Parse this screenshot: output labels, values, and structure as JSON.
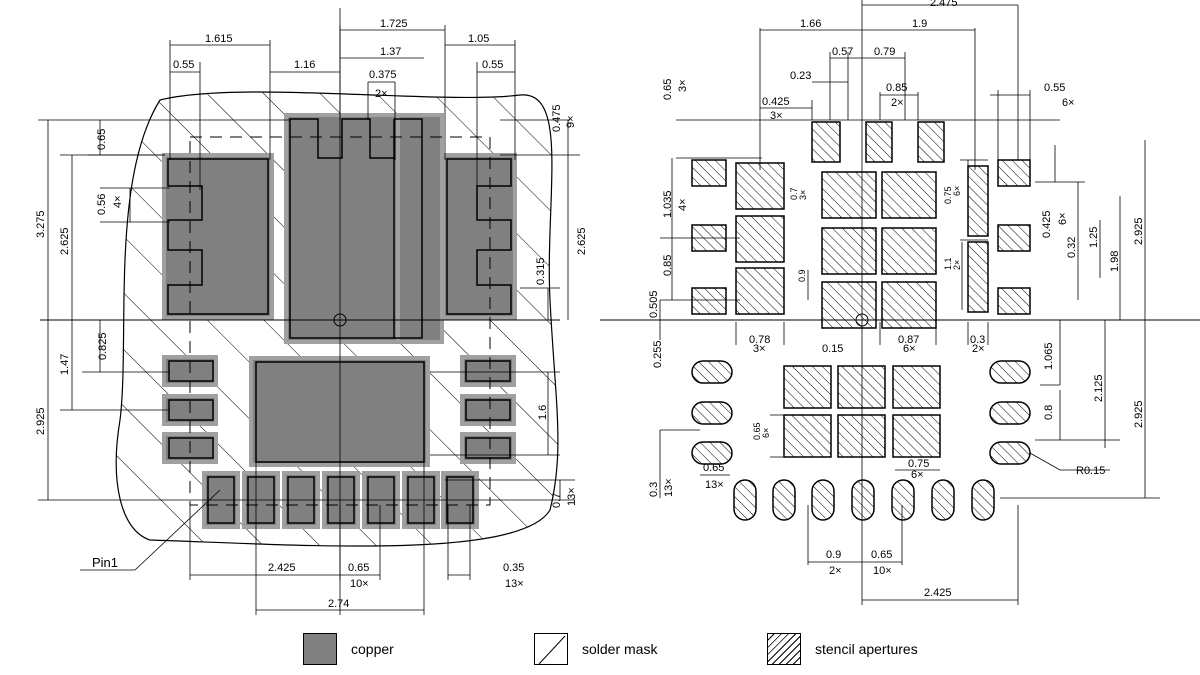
{
  "left_view": {
    "pin1_label": "Pin1",
    "dims": {
      "d1615": "1.615",
      "d055a": "0.55",
      "d116": "1.16",
      "d1725": "1.725",
      "d137": "1.37",
      "d0375": "0.375",
      "d2x": "2×",
      "d105": "1.05",
      "d055b": "0.55",
      "d065": "0.65",
      "d0475": "0.475",
      "d9x": "9×",
      "d3275": "3.275",
      "d2625a": "2.625",
      "d056": "0.56",
      "d4x": "4×",
      "d2625b": "2.625",
      "d0315": "0.315",
      "d0825": "0.825",
      "d147": "1.47",
      "d2925": "2.925",
      "d16": "1.6",
      "d07": "0.7",
      "d13xa": "13×",
      "d2425": "2.425",
      "d065b": "0.65",
      "d10x": "10×",
      "d035": "0.35",
      "d13xb": "13×",
      "d274": "2.74"
    }
  },
  "right_view": {
    "dims": {
      "d2475": "2.475",
      "d166": "1.66",
      "d19": "1.9",
      "d057": "0.57",
      "d079": "0.79",
      "d065": "0.65",
      "d3xa": "3×",
      "d023": "0.23",
      "d085a": "0.85",
      "d2xa": "2×",
      "d055": "0.55",
      "d6xa": "6×",
      "d0425a": "0.425",
      "d3xb": "3×",
      "d1035": "1.035",
      "d4x": "4×",
      "d07": "0.7",
      "d3xc": "3×",
      "d075a": "0.75",
      "d6xb": "6×",
      "d0425b": "0.425",
      "d6xc": "6×",
      "d125": "1.25",
      "d198": "1.98",
      "d2925a": "2.925",
      "d032": "0.32",
      "d11": "1.1",
      "d2xb": "2×",
      "d09a": "0.9",
      "d085b": "0.85",
      "d0505": "0.505",
      "d078": "0.78",
      "d3xd": "3×",
      "d015": "0.15",
      "d087": "0.87",
      "d6xd": "6×",
      "d03": "0.3",
      "d2xc": "2×",
      "d0255": "0.255",
      "d1065": "1.065",
      "d2125": "2.125",
      "d2925b": "2.925",
      "d08": "0.8",
      "d065b": "0.65",
      "d6xe": "6×",
      "d075b": "0.75",
      "d6xf": "6×",
      "d065c": "0.65",
      "d13xa": "13×",
      "d03b": "0.3",
      "d13xb": "13×",
      "dR015": "R0.15",
      "d09b": "0.9",
      "d2xd": "2×",
      "d065d": "0.65",
      "d10x": "10×",
      "d2425": "2.425"
    }
  },
  "legend": {
    "copper": "copper",
    "solder_mask": "solder mask",
    "stencil": "stencil apertures"
  }
}
